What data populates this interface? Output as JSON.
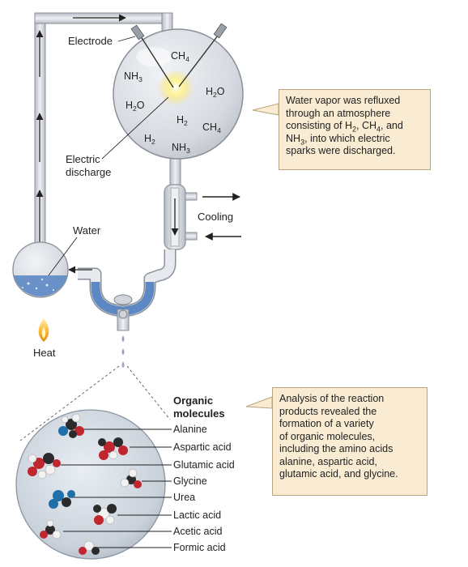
{
  "labels": {
    "electrode": "Electrode",
    "electric_discharge_line1": "Electric",
    "electric_discharge_line2": "discharge",
    "cooling": "Cooling",
    "water": "Water",
    "heat": "Heat",
    "organic_molecules_line1": "Organic",
    "organic_molecules_line2": "molecules"
  },
  "gases": [
    {
      "main": "CH",
      "sub": "4"
    },
    {
      "main": "NH",
      "sub": "3"
    },
    {
      "main": "H",
      "sub": "2",
      "tail": "O"
    },
    {
      "main": "H",
      "sub": "2",
      "tail": "O"
    },
    {
      "main": "H",
      "sub": "2"
    },
    {
      "main": "CH",
      "sub": "4"
    },
    {
      "main": "H",
      "sub": "2"
    },
    {
      "main": "NH",
      "sub": "3"
    }
  ],
  "callout_top": {
    "l1": "Water vapor was refluxed",
    "l2": "through an atmosphere",
    "l3a": "consisting of H",
    "l3b": "2",
    "l3c": ", CH",
    "l3d": "4",
    "l3e": ", and",
    "l4a": "NH",
    "l4b": "3",
    "l4c": ", into which electric",
    "l5": "sparks were discharged."
  },
  "callout_bottom": {
    "lines": [
      "Analysis of the reaction",
      "products revealed the",
      "formation of a variety",
      "of organic molecules,",
      "including the amino acids",
      "alanine, aspartic acid,",
      "glutamic acid, and glycine."
    ]
  },
  "molecules": [
    "Alanine",
    "Aspartic acid",
    "Glutamic acid",
    "Glycine",
    "Urea",
    "Lactic acid",
    "Acetic acid",
    "Formic acid"
  ],
  "colors": {
    "glass": "#d9dde3",
    "glass_edge": "#8a8f98",
    "water": "#5d88c4",
    "spark": "#ffe15a",
    "flame": "#f5a623",
    "callout_fill": "#f9ecd3",
    "atom_carbon": "#2b2b2b",
    "atom_oxygen": "#c0262d",
    "atom_nitrogen": "#1f6fa8",
    "atom_hydrogen": "#f2f2f2"
  }
}
